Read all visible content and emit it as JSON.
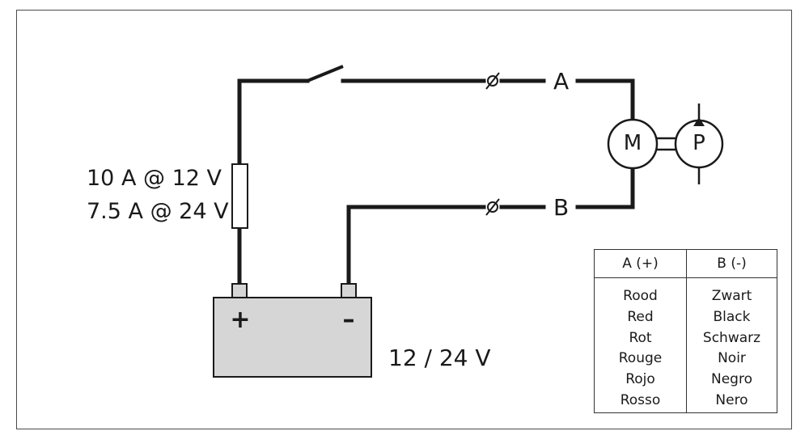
{
  "fuse": {
    "label_line1": "10 A @ 12 V",
    "label_line2": "7.5 A @ 24 V"
  },
  "terminals": {
    "a": "A",
    "b": "B"
  },
  "motor": {
    "label": "M"
  },
  "pump": {
    "label": "P"
  },
  "battery": {
    "plus": "+",
    "minus": "–",
    "voltage": "12 / 24 V"
  },
  "wire_table": {
    "header_a": "A (+)",
    "header_b": "B (-)",
    "col_a": [
      "Rood",
      "Red",
      "Rot",
      "Rouge",
      "Rojo",
      "Rosso"
    ],
    "col_b": [
      "Zwart",
      "Black",
      "Schwarz",
      "Noir",
      "Negro",
      "Nero"
    ]
  },
  "colors": {
    "wire": "#1a1a1a",
    "battery_fill": "#d6d6d6",
    "frame": "#4a4a4a"
  }
}
